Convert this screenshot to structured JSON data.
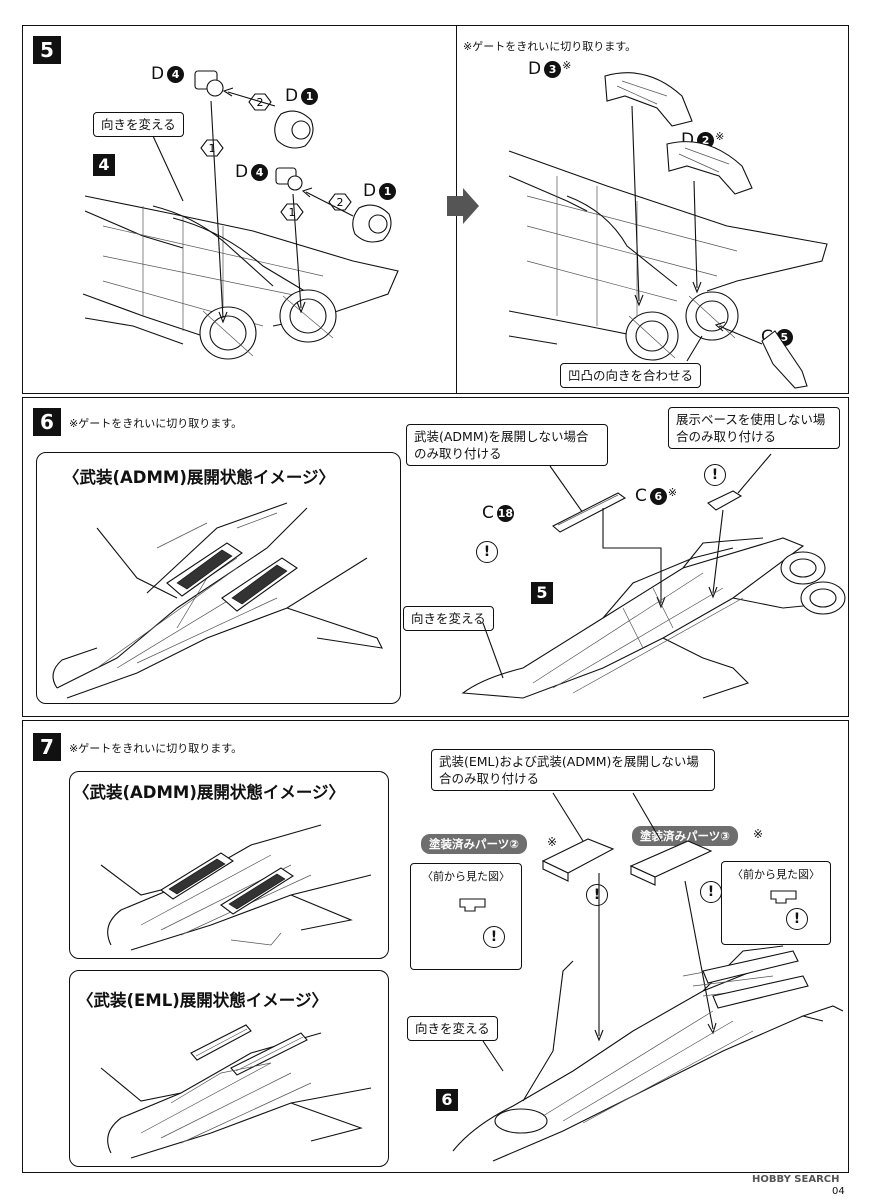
{
  "step5": {
    "number": "5",
    "left": {
      "turn_label": "向きを変える",
      "ref_step": "4",
      "parts": [
        {
          "letter": "D",
          "num": "4"
        },
        {
          "letter": "D",
          "num": "1"
        },
        {
          "letter": "D",
          "num": "4"
        },
        {
          "letter": "D",
          "num": "1"
        }
      ],
      "order_marks": [
        "2",
        "1",
        "2",
        "1"
      ]
    },
    "right": {
      "note": "※ゲートをきれいに切り取ります。",
      "parts": [
        {
          "letter": "D",
          "num": "3",
          "mark": "※"
        },
        {
          "letter": "D",
          "num": "2",
          "mark": "※"
        },
        {
          "letter": "C",
          "num": "5",
          "mark": ""
        }
      ],
      "align_label": "凹凸の向きを合わせる"
    }
  },
  "step6": {
    "number": "6",
    "note": "※ゲートをきれいに切り取ります。",
    "image_title": "〈武装(ADMM)展開状態イメージ〉",
    "callout_admm": "武装(ADMM)を展開しない場合のみ取り付ける",
    "callout_base": "展示ベースを使用しない場合のみ取り付ける",
    "part_c18": {
      "letter": "C",
      "num": "18",
      "mark": ""
    },
    "part_c6": {
      "letter": "C",
      "num": "6",
      "mark": "※"
    },
    "ref_step": "5",
    "turn_label": "向きを変える",
    "caution": "!"
  },
  "step7": {
    "number": "7",
    "note": "※ゲートをきれいに切り取ります。",
    "image_title_admm": "〈武装(ADMM)展開状態イメージ〉",
    "image_title_eml": "〈武装(EML)展開状態イメージ〉",
    "callout": "武装(EML)および武装(ADMM)を展開しない場合のみ取り付ける",
    "painted_part_2": "塗装済みパーツ②",
    "painted_part_3": "塗装済みパーツ③",
    "asterisk": "※",
    "front_view": "〈前から見た図〉",
    "turn_label": "向きを変える",
    "ref_step": "6",
    "caution": "!"
  },
  "footer": {
    "watermark": "HOBBY SEARCH",
    "page": "04"
  }
}
